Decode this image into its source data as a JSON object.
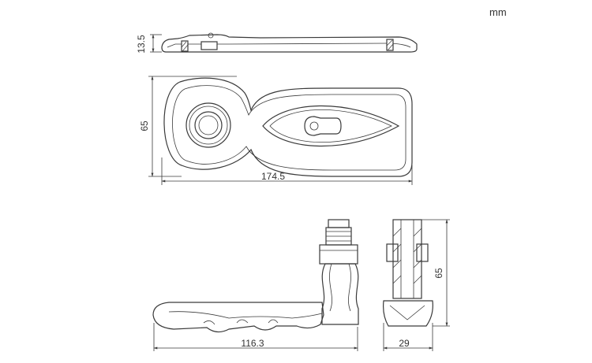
{
  "unit": "mm",
  "dimensions": {
    "top_view_thickness": "13.5",
    "plate_height": "65",
    "plate_length": "174.5",
    "handle_length": "116.3",
    "handle_height": "65",
    "handle_depth": "29"
  },
  "colors": {
    "line": "#3a3a3a",
    "background": "#ffffff"
  }
}
